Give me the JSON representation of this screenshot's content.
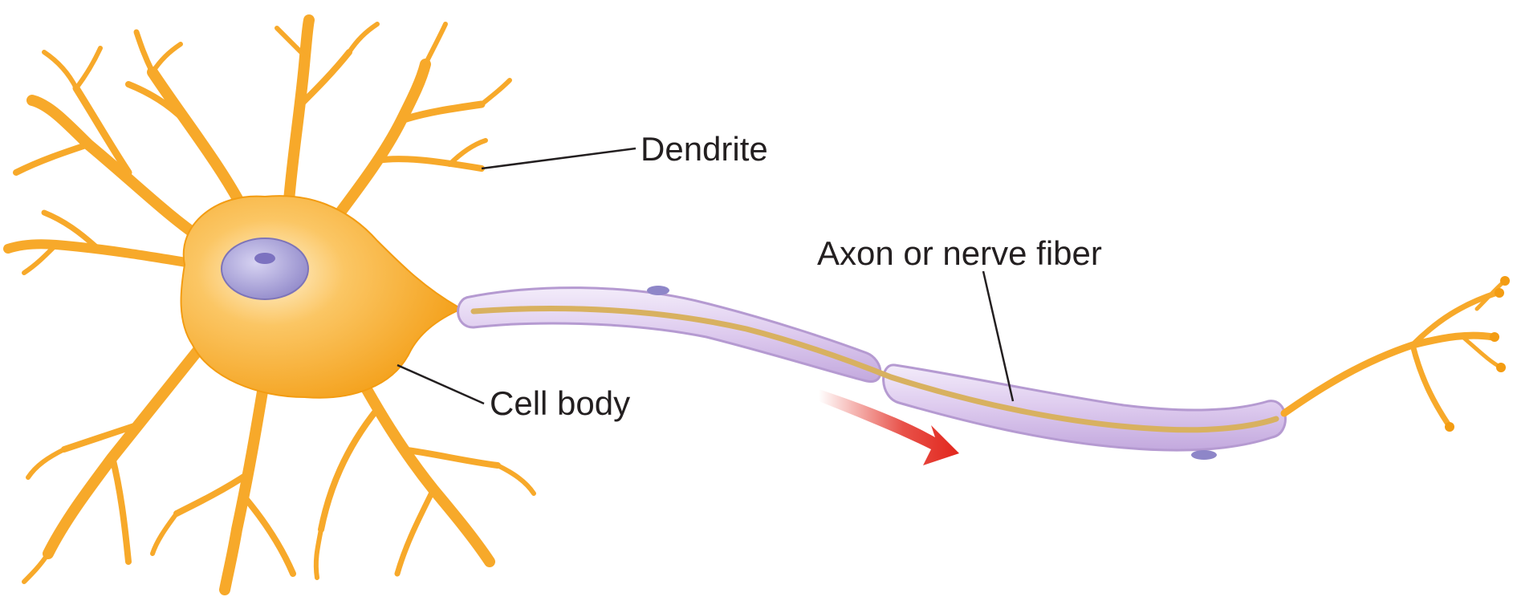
{
  "labels": {
    "dendrite": "Dendrite",
    "cell_body": "Cell body",
    "axon": "Axon or nerve fiber"
  },
  "colors": {
    "neuron_fill": "#f9b43a",
    "neuron_dark": "#f39c12",
    "neuron_highlight": "#fde3a8",
    "nucleus": "#a9a3d8",
    "myelin": "#e2d3ef",
    "myelin_edge": "#b59ad1",
    "axon_core": "#d8b160",
    "signal_arrow": "#e2261c",
    "leader_line": "#231f20"
  },
  "icons": {
    "signal_direction": "red-arrow-icon"
  }
}
